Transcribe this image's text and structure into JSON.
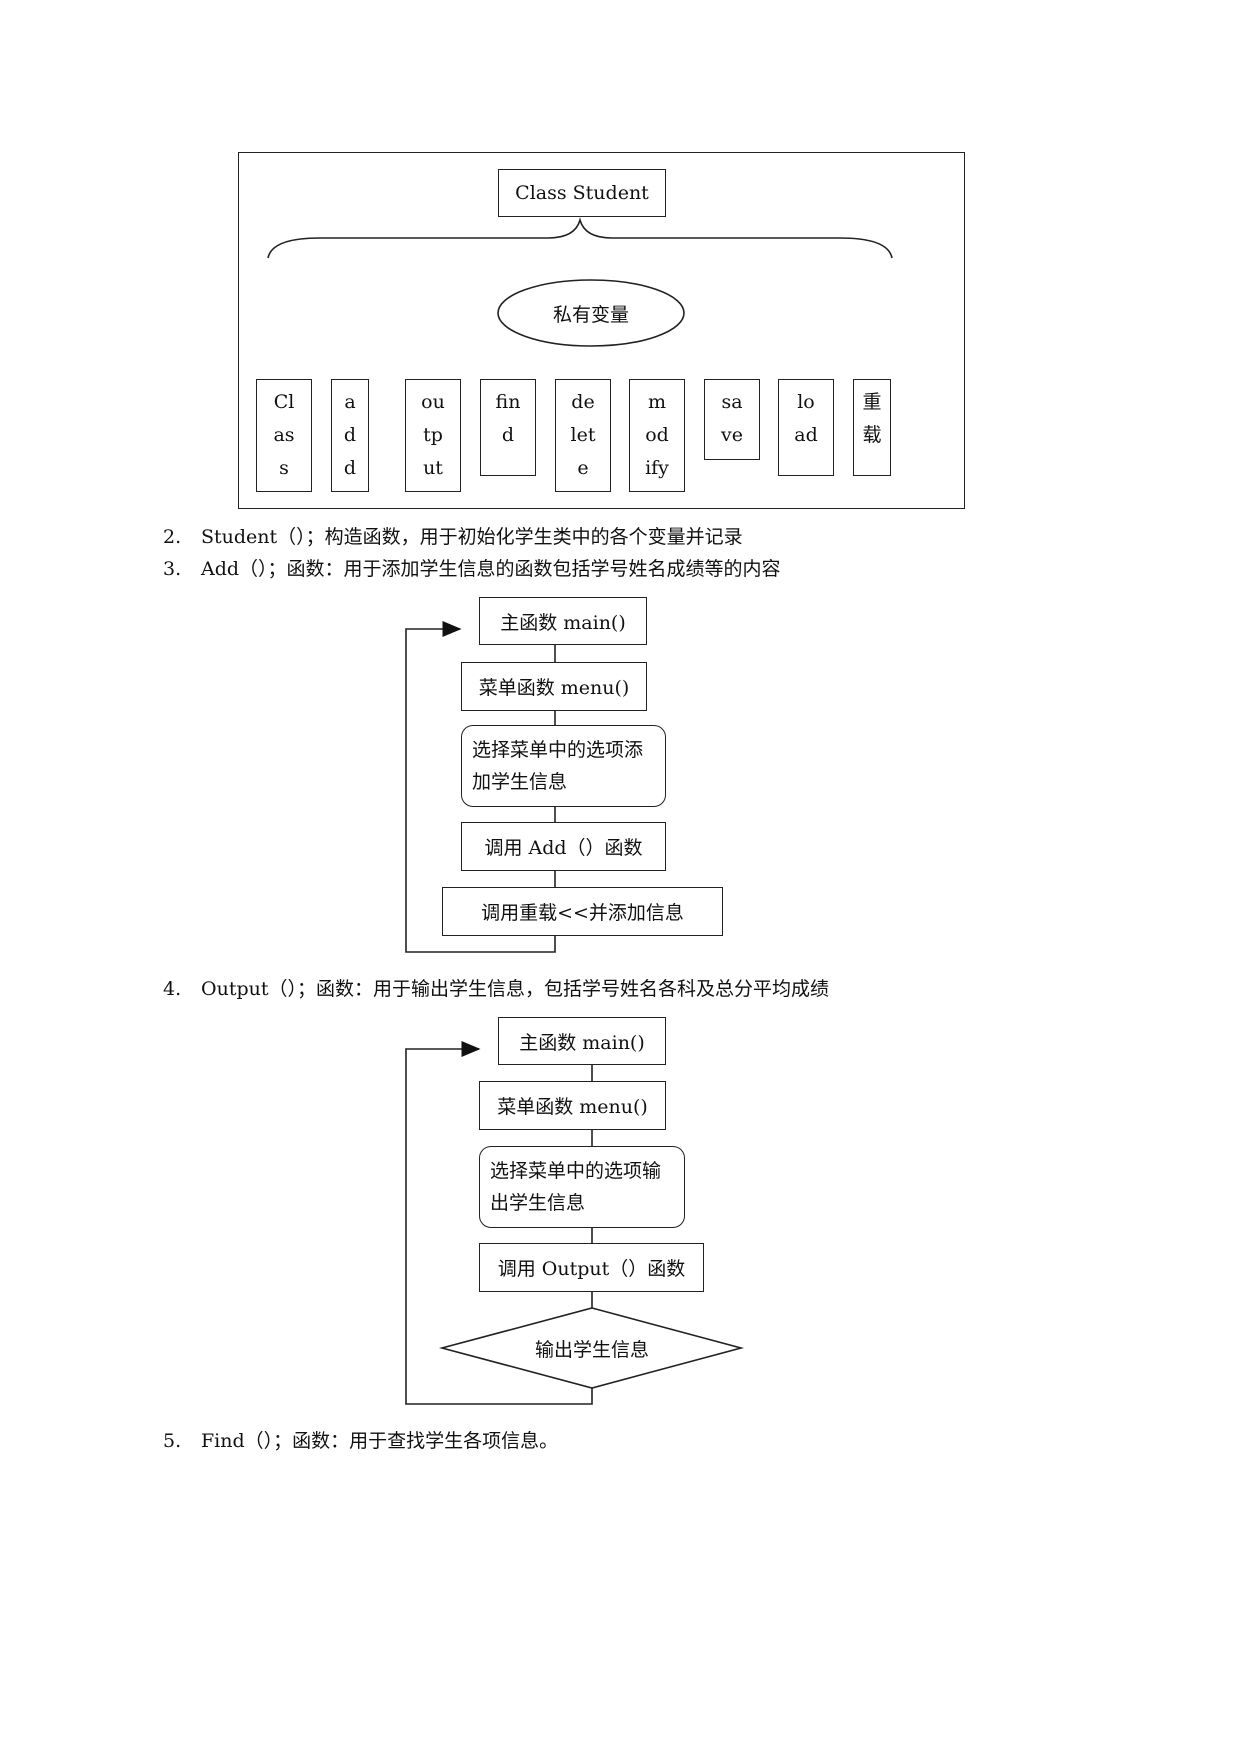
{
  "diagram1": {
    "class_label": "Class Student",
    "private_label": "私有变量",
    "members": [
      [
        "Cl",
        "as",
        "s"
      ],
      [
        "a",
        "d",
        "d"
      ],
      [
        "ou",
        "tp",
        "ut"
      ],
      [
        "fin",
        "d"
      ],
      [
        "de",
        "let",
        "e"
      ],
      [
        "m",
        "od",
        "ify"
      ],
      [
        "sa",
        "ve"
      ],
      [
        "lo",
        "ad"
      ],
      [
        "重",
        "载"
      ]
    ]
  },
  "items": [
    {
      "num": "2.",
      "text": "Student（）；构造函数，用于初始化学生类中的各个变量并记录"
    },
    {
      "num": "3.",
      "text": "Add（）；函数：用于添加学生信息的函数包括学号姓名成绩等的内容"
    },
    {
      "num": "4.",
      "text": "Output（）；函数：用于输出学生信息，包括学号姓名各科及总分平均成绩"
    },
    {
      "num": "5.",
      "text": "Find（）；函数：用于查找学生各项信息。"
    }
  ],
  "flow_add": {
    "main": "主函数 main()",
    "menu": "菜单函数 menu()",
    "select_line1": "选择菜单中的选项添",
    "select_line2": "加学生信息",
    "call": "调用 Add（）函数",
    "overload": "调用重载<<并添加信息"
  },
  "flow_output": {
    "main": "主函数 main()",
    "menu": "菜单函数 menu()",
    "select_line1": "选择菜单中的选项输",
    "select_line2": "出学生信息",
    "call": "调用 Output（）函数",
    "result": "输出学生信息"
  }
}
